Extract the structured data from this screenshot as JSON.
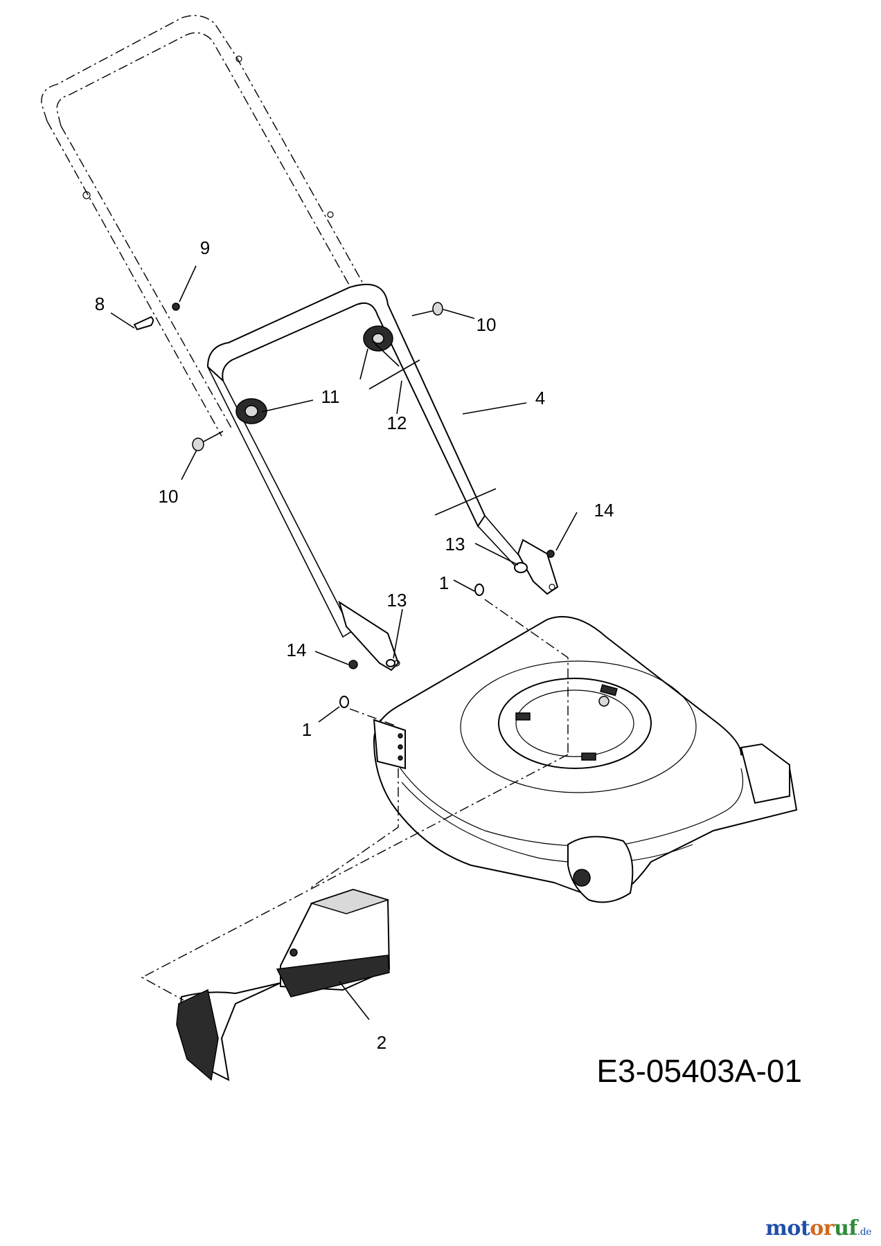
{
  "callouts": {
    "c1_upper": "1",
    "c1_lower": "1",
    "c2": "2",
    "c4": "4",
    "c8": "8",
    "c9": "9",
    "c10_right": "10",
    "c10_left": "10",
    "c11": "11",
    "c12": "12",
    "c13_right": "13",
    "c13_left": "13",
    "c14_right": "14",
    "c14_left": "14"
  },
  "drawing_code": "E3-05403A-01",
  "watermark": {
    "brand": "motoruf",
    "tld": ".de"
  }
}
